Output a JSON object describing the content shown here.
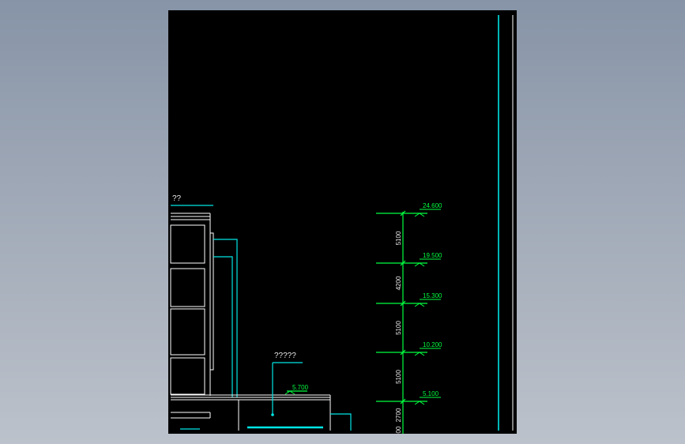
{
  "colors": {
    "background_top": "#8794a7",
    "background_bottom": "#bcc2cb",
    "canvas": "#000000",
    "white_line": "#ffffff",
    "cyan_line": "#00e5e5",
    "green_line": "#00ff40",
    "label_text": "#e8e8e8"
  },
  "drawing": {
    "section_label": "??",
    "note_label": "?????",
    "note_elevation": "5.700",
    "elevations": [
      "24.600",
      "19.500",
      "15.300",
      "10.200",
      "5.100"
    ],
    "dimensions": [
      "5100",
      "4200",
      "5100",
      "5100",
      "2700"
    ],
    "bottom_dimension_fragment": "00"
  }
}
